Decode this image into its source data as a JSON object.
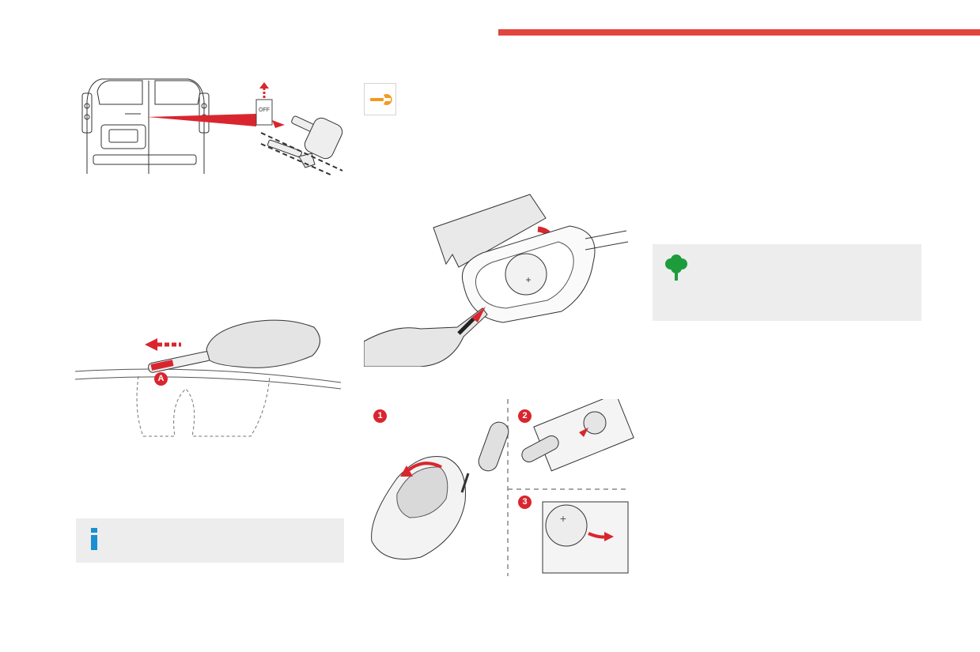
{
  "colors": {
    "accent_red": "#E2453C",
    "wrench_orange": "#F39A1E",
    "eco_green": "#1E9C3C",
    "info_blue": "#1A8FD1",
    "panel_gray": "#EDEDED",
    "arrow_red": "#D9262E"
  },
  "icons": {
    "header": "section-bar",
    "maintenance": "wrench-icon",
    "eco": "tree-icon",
    "info": "info-icon"
  },
  "labels": {
    "off_switch": "OFF",
    "callout_a": "A",
    "steps": [
      "1",
      "2",
      "3"
    ]
  }
}
